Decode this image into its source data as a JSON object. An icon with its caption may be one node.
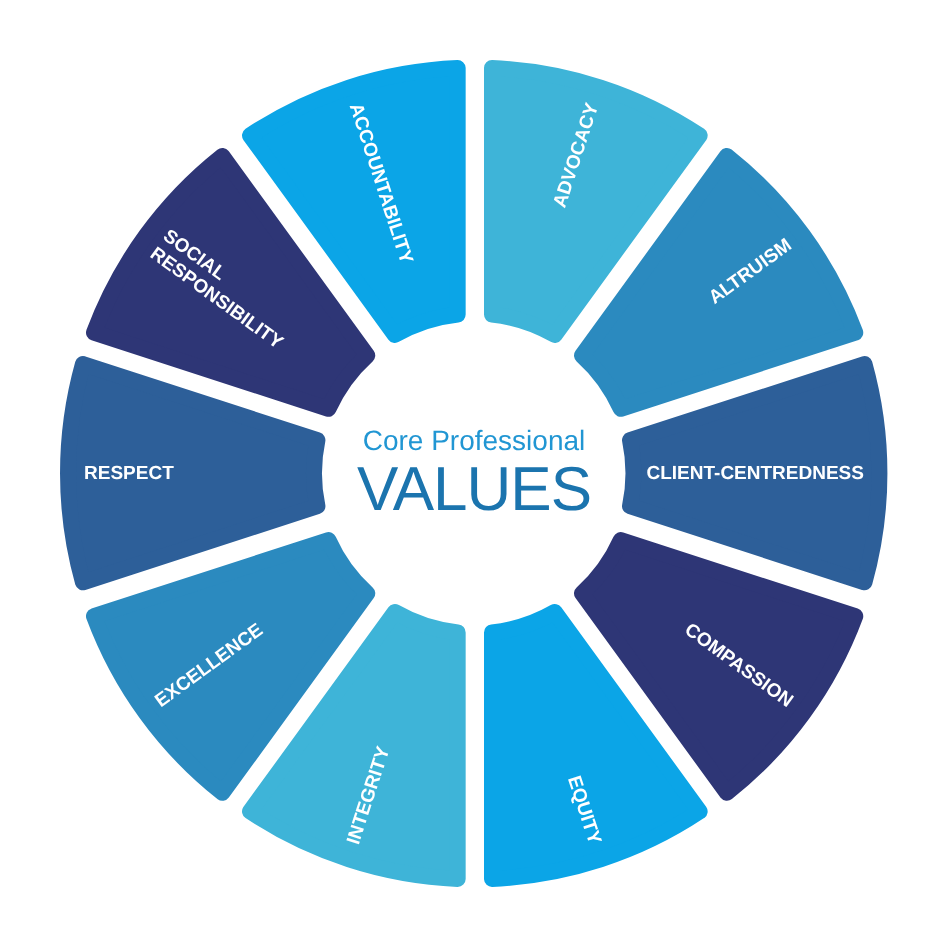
{
  "diagram": {
    "nodes": [
      {
        "text": [
          "Core Professional",
          "VALUES"
        ]
      },
      {
        "text": [
          "ACCOUNTABILITY"
        ]
      },
      {
        "text": [
          "ADVOCACY"
        ]
      },
      {
        "text": [
          "ALTRUISM"
        ]
      },
      {
        "text": [
          "CLIENT-CENTREDNESS"
        ]
      },
      {
        "text": [
          "COMPASSION"
        ]
      },
      {
        "text": [
          "EQUITY"
        ]
      },
      {
        "text": [
          "INTEGRITY"
        ]
      },
      {
        "text": [
          "EXCELLENCE"
        ]
      },
      {
        "text": [
          "RESPECT"
        ]
      },
      {
        "text": [
          "SOCIAL RESPONSIBILITY"
        ]
      }
    ]
  }
}
